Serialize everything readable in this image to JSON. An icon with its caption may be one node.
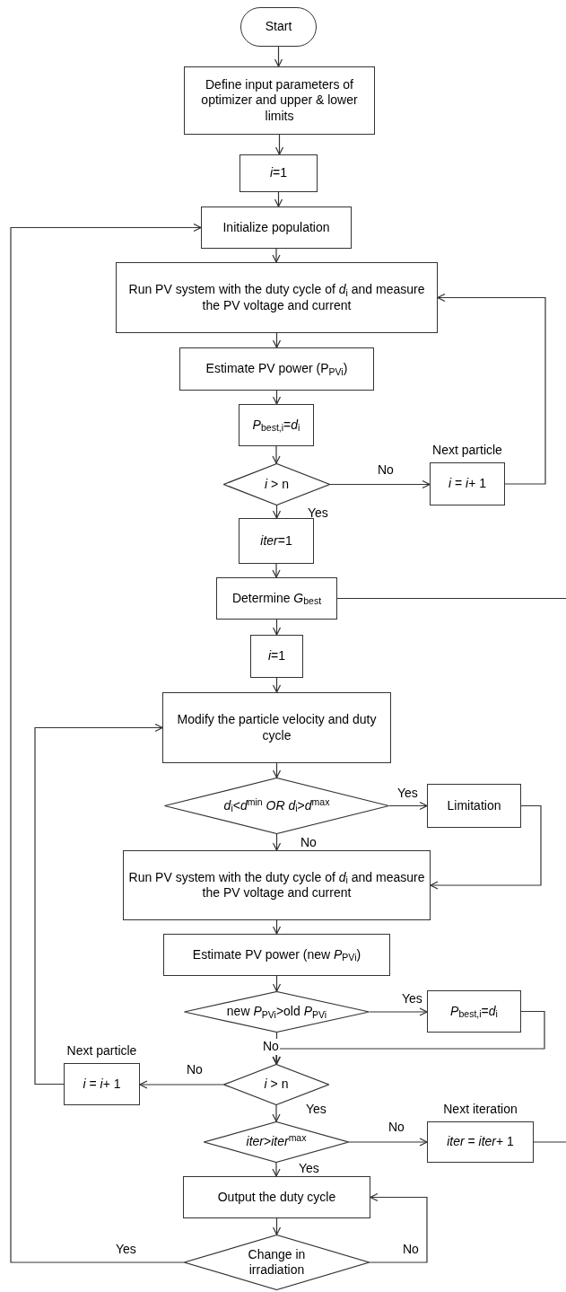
{
  "diagram": {
    "nodes": [
      {
        "text": [
          "Start"
        ]
      },
      {
        "text": [
          "Define input parameters of optimizer and upper & lower limits"
        ]
      },
      {
        "text": [
          "*i*=1"
        ]
      },
      {
        "text": [
          "Initialize population"
        ]
      },
      {
        "text": [
          "Run PV system with the duty cycle of *d*$_{i}$ and measure the PV voltage and current"
        ]
      },
      {
        "text": [
          "Estimate PV power (P$_{PVi}$)"
        ]
      },
      {
        "text": [
          "*P*$_{best,i}$=*d*$_{i}$"
        ]
      },
      {
        "text": [
          "*i* > n"
        ]
      },
      {
        "text": [
          "*i* = *i*+ 1"
        ],
        "beside": [
          "Next particle"
        ]
      },
      {
        "text": [
          "*iter*=1"
        ]
      },
      {
        "text": [
          "Determine *G*$_{best}$"
        ]
      },
      {
        "text": [
          "*i*=1"
        ]
      },
      {
        "text": [
          "Modify the particle velocity and duty cycle"
        ]
      },
      {
        "text": [
          "*d*$_{i}$<*d*$^{min}$ *OR d*$_{i}$>*d*$^{max}$"
        ]
      },
      {
        "text": [
          "Limitation"
        ]
      },
      {
        "text": [
          "Run PV system with the duty cycle of *d*$_{i}$ and measure the PV voltage and current"
        ]
      },
      {
        "text": [
          "Estimate PV power (new *P*$_{PVi}$)"
        ]
      },
      {
        "text": [
          "new *P*$_{PVi}$>old *P*$_{PVi}$"
        ]
      },
      {
        "text": [
          "*P*$_{best,i}$=*d*$_{i}$"
        ]
      },
      {
        "text": [
          "*i* > n"
        ]
      },
      {
        "text": [
          "*i* = *i*+ 1"
        ],
        "beside": [
          "Next particle"
        ]
      },
      {
        "text": [
          "*iter*>*iter*$^{max}$"
        ]
      },
      {
        "text": [
          "*iter* = *iter*+ 1"
        ],
        "beside": [
          "Next iteration"
        ]
      },
      {
        "text": [
          "Output the duty cycle"
        ]
      },
      {
        "text": [
          "Change in irradiation"
        ]
      }
    ],
    "edges": [
      {
        "from": 0,
        "to": 1,
        "arrow": "to"
      },
      {
        "from": 1,
        "to": 2,
        "arrow": "to"
      },
      {
        "from": 2,
        "to": 3,
        "arrow": "to"
      },
      {
        "from": 3,
        "to": 4,
        "arrow": "to"
      },
      {
        "from": 4,
        "to": 5,
        "arrow": "to"
      },
      {
        "from": 5,
        "to": 6,
        "arrow": "to"
      },
      {
        "from": 6,
        "to": 7,
        "arrow": "to"
      },
      {
        "from": 7,
        "to": 8,
        "label": "No",
        "arrow": "to"
      },
      {
        "from": 8,
        "to": 4,
        "arrow": "to"
      },
      {
        "from": 7,
        "to": 9,
        "label": "Yes",
        "arrow": "to"
      },
      {
        "from": 9,
        "to": 10,
        "arrow": "to"
      },
      {
        "from": 10,
        "to": null,
        "arrow": "none"
      },
      {
        "from": 10,
        "to": 11,
        "arrow": "to"
      },
      {
        "from": 11,
        "to": 12,
        "arrow": "to"
      },
      {
        "from": 12,
        "to": 13,
        "arrow": "to"
      },
      {
        "from": 13,
        "to": 14,
        "label": "Yes",
        "arrow": "to"
      },
      {
        "from": 14,
        "to": 15,
        "arrow": "to"
      },
      {
        "from": 13,
        "to": 15,
        "label": "No",
        "arrow": "to"
      },
      {
        "from": 15,
        "to": 16,
        "arrow": "to"
      },
      {
        "from": 16,
        "to": 17,
        "arrow": "to"
      },
      {
        "from": 17,
        "to": 18,
        "label": "Yes",
        "arrow": "to"
      },
      {
        "from": 18,
        "to": 19,
        "arrow": "to"
      },
      {
        "from": 17,
        "to": 19,
        "label": "No",
        "arrow": "to"
      },
      {
        "from": 19,
        "to": 20,
        "label": "No",
        "arrow": "to"
      },
      {
        "from": 20,
        "to": 12,
        "arrow": "to"
      },
      {
        "from": 19,
        "to": 21,
        "label": "Yes",
        "arrow": "to"
      },
      {
        "from": 21,
        "to": 22,
        "label": "No",
        "arrow": "to"
      },
      {
        "from": 22,
        "to": null,
        "arrow": "none"
      },
      {
        "from": 21,
        "to": 23,
        "label": "Yes",
        "arrow": "to"
      },
      {
        "from": 23,
        "to": 24,
        "arrow": "to"
      },
      {
        "from": 24,
        "to": 23,
        "label": "No",
        "arrow": "to"
      },
      {
        "from": 24,
        "to": 3,
        "label": "Yes",
        "arrow": "to"
      }
    ]
  }
}
